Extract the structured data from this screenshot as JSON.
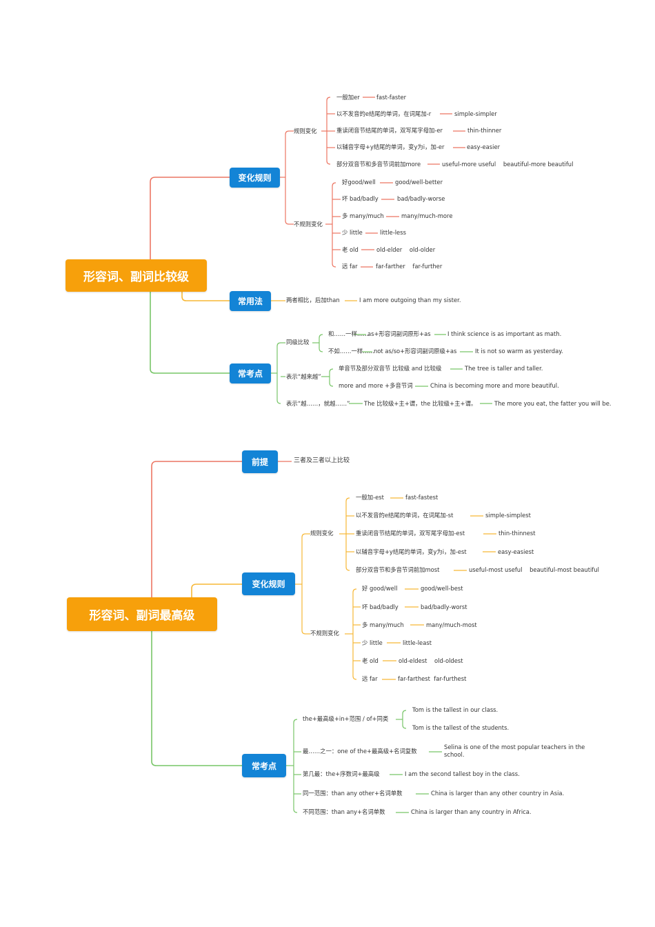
{
  "colors": {
    "red": "#ec7562",
    "orange": "#f7b735",
    "green": "#77c567",
    "root": "#f7a00b",
    "mid": "#1384d6"
  },
  "map1": {
    "root": "形容词、副词比较级",
    "b1": {
      "label": "变化规则",
      "regular": {
        "label": "规则变化",
        "items": [
          {
            "rule": "一般加er",
            "ex": "fast-faster"
          },
          {
            "rule": "以不发音的e结尾的单词，在词尾加-r",
            "ex": "simple-simpler"
          },
          {
            "rule": "重读闭音节结尾的单词，双写尾字母加-er",
            "ex": "thin-thinner"
          },
          {
            "rule": "以辅音字母+y结尾的单词，变y为i，加-er",
            "ex": "easy-easier"
          },
          {
            "rule": "部分双音节和多音节词前加more",
            "ex": "useful-more useful    beautiful-more beautiful"
          }
        ]
      },
      "irregular": {
        "label": "不规则变化",
        "items": [
          {
            "rule": "好good/well",
            "ex": "good/well-better"
          },
          {
            "rule": "坏 bad/badly",
            "ex": "bad/badly-worse"
          },
          {
            "rule": "多 many/much",
            "ex": "many/much-more"
          },
          {
            "rule": "少 little",
            "ex": "little-less"
          },
          {
            "rule": "老 old",
            "ex": "old-elder    old-older"
          },
          {
            "rule": "远 far",
            "ex": "far-farther    far-further"
          }
        ]
      }
    },
    "b2": {
      "label": "常用法",
      "rule": "两者相比，后加than",
      "ex": "I am more outgoing than my sister."
    },
    "b3": {
      "label": "常考点",
      "same": {
        "label": "同级比较",
        "items": [
          {
            "rule": "和……一样……",
            "form": "as+形容词副词原形+as",
            "ex": "I think science is as important as math."
          },
          {
            "rule": "不如……一样……",
            "form": "not as/so+形容词副词原级+as",
            "ex": "It is not so warm as yesterday."
          }
        ]
      },
      "more": {
        "label": "表示“越来越”",
        "items": [
          {
            "rule": "单音节及部分双音节 比较级 and 比较级",
            "ex": "The tree is taller and taller."
          },
          {
            "rule": "more and more +多音节词",
            "ex": "China is becoming more and more beautiful."
          }
        ]
      },
      "the": {
        "label": "表示“越……，就越……”",
        "form": "The 比较级+主+谓，the 比较级+主+谓。",
        "ex": "The more you eat, the fatter you will be."
      }
    }
  },
  "map2": {
    "root": "形容词、副词最高级",
    "b1": {
      "label": "前提",
      "text": "三者及三者以上比较"
    },
    "b2": {
      "label": "变化规则",
      "regular": {
        "label": "规则变化",
        "items": [
          {
            "rule": "一般加-est",
            "ex": "fast-fastest"
          },
          {
            "rule": "以不发音的e结尾的单词，在词尾加-st",
            "ex": "simple-simplest"
          },
          {
            "rule": "重读闭音节结尾的单词，双写尾字母加-est",
            "ex": "thin-thinnest"
          },
          {
            "rule": "以辅音字母+y结尾的单词，变y为i，加-est",
            "ex": "easy-easiest"
          },
          {
            "rule": "部分双音节和多音节词前加most",
            "ex": "useful-most useful    beautiful-most beautiful"
          }
        ]
      },
      "irregular": {
        "label": "不规则变化",
        "items": [
          {
            "rule": "好 good/well",
            "ex": "good/well-best"
          },
          {
            "rule": "坏 bad/badly",
            "ex": "bad/badly-worst"
          },
          {
            "rule": "多 many/much",
            "ex": "many/much-most"
          },
          {
            "rule": "少 little",
            "ex": "little-least"
          },
          {
            "rule": "老 old",
            "ex": "old-eldest    old-oldest"
          },
          {
            "rule": "远 far",
            "ex": "far-farthest  far-furthest"
          }
        ]
      }
    },
    "b3": {
      "label": "常考点",
      "items": [
        {
          "rule": "the+最高级+in+范围 / of+同类",
          "exs": [
            "Tom is the tallest in our class.",
            "Tom is the tallest of the students."
          ]
        },
        {
          "rule": "最……之一：one of the+最高级+名词复数",
          "ex": "Selina is one of the most popular teachers in the school."
        },
        {
          "rule": "第几最：the+序数词+最高级",
          "ex": "I am the second tallest boy in the class."
        },
        {
          "rule": "同一范围：than any other+名词单数",
          "ex": "China is larger than any other country in Asia."
        },
        {
          "rule": "不同范围：than any+名词单数",
          "ex": "China is larger than any country in Africa."
        }
      ]
    }
  }
}
